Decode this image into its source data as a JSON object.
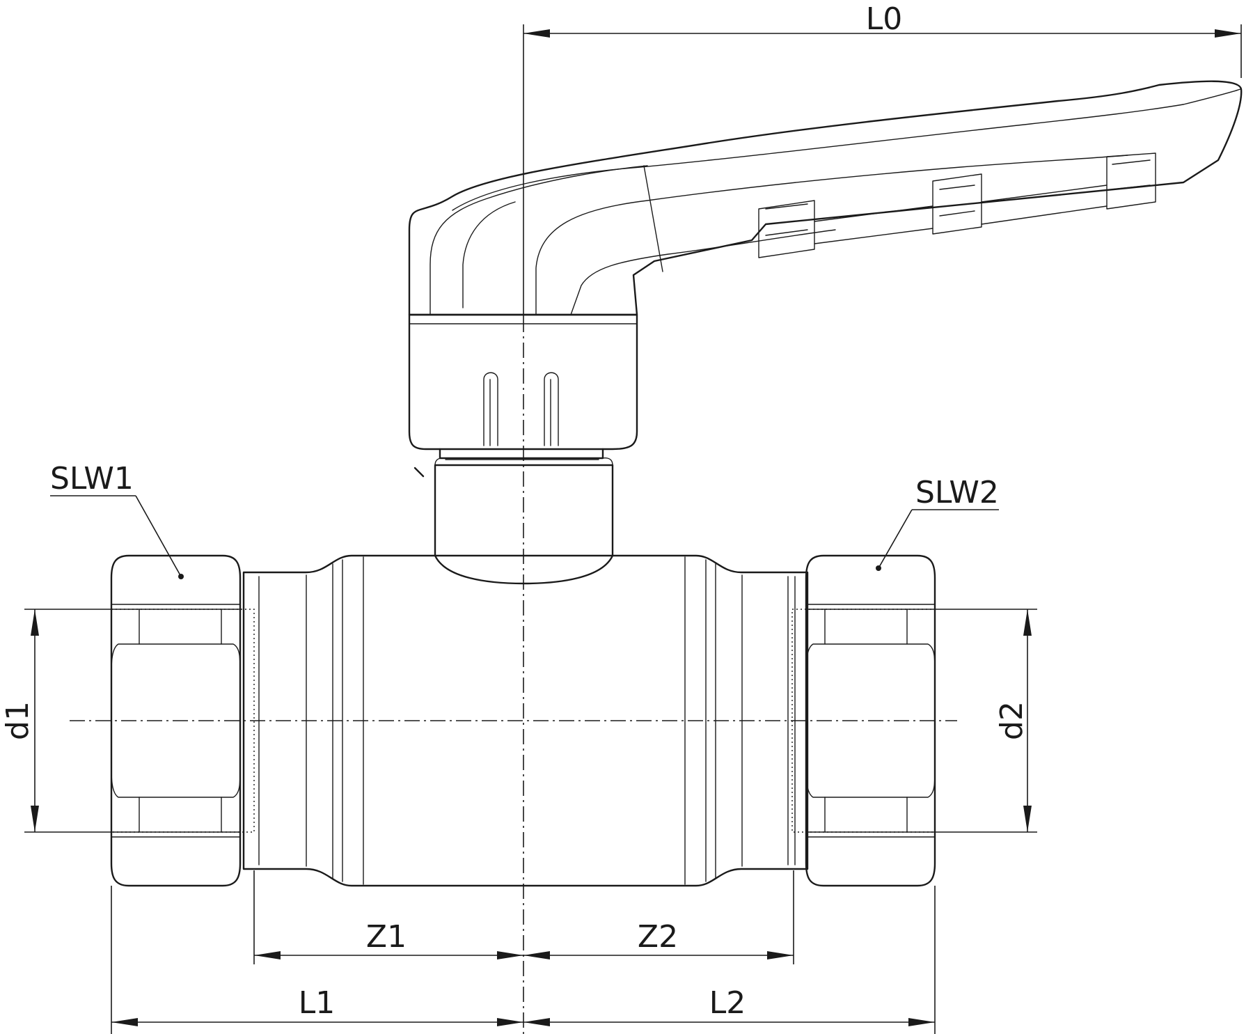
{
  "labels": {
    "L0": "L0",
    "L1": "L1",
    "L2": "L2",
    "Z1": "Z1",
    "Z2": "Z2",
    "d1": "d1",
    "d2": "d2",
    "SLW1": "SLW1",
    "SLW2": "SLW2"
  }
}
